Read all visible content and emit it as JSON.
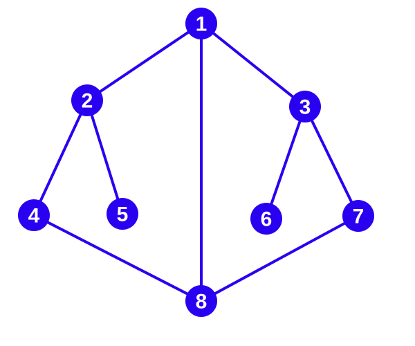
{
  "colors": {
    "node_fill": "#2a00f0",
    "edge_stroke": "#2a00f0",
    "label_text": "#ffffff",
    "background": "#ffffff"
  },
  "graph": {
    "nodes": [
      {
        "id": "1",
        "label": "1"
      },
      {
        "id": "2",
        "label": "2"
      },
      {
        "id": "3",
        "label": "3"
      },
      {
        "id": "4",
        "label": "4"
      },
      {
        "id": "5",
        "label": "5"
      },
      {
        "id": "6",
        "label": "6"
      },
      {
        "id": "7",
        "label": "7"
      },
      {
        "id": "8",
        "label": "8"
      }
    ],
    "edges": [
      [
        "1",
        "2"
      ],
      [
        "1",
        "3"
      ],
      [
        "1",
        "8"
      ],
      [
        "2",
        "4"
      ],
      [
        "2",
        "5"
      ],
      [
        "3",
        "6"
      ],
      [
        "3",
        "7"
      ],
      [
        "4",
        "8"
      ],
      [
        "7",
        "8"
      ]
    ]
  }
}
